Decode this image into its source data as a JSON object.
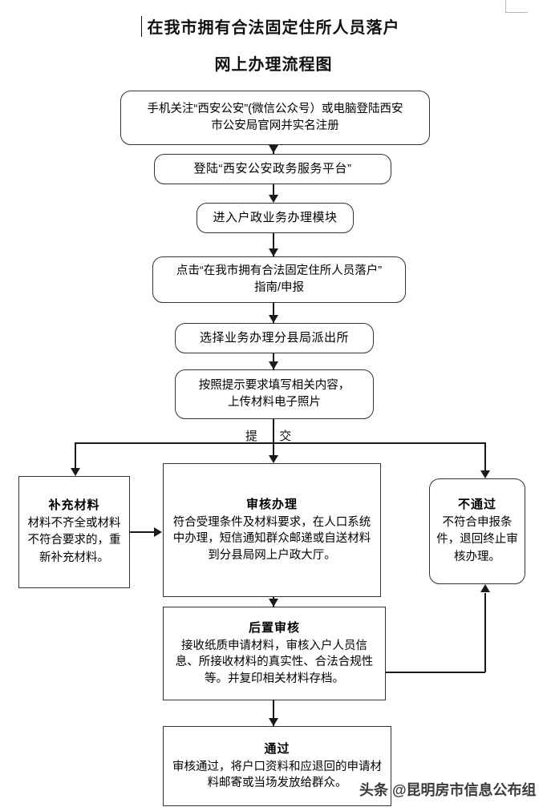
{
  "document": {
    "title_line_1": "在我市拥有合法固定住所人员落户",
    "title_line_2": "网上办理流程图"
  },
  "flow": {
    "nodes": [
      {
        "id": "register",
        "shape": "rounded",
        "lines": [
          "手机关注“西安公安”(微信公众号）或电脑登陆西安",
          "市公安局官网并实名注册"
        ]
      },
      {
        "id": "login",
        "shape": "rounded",
        "lines": [
          "登陆“西安公安政务服务平台”"
        ]
      },
      {
        "id": "module",
        "shape": "rounded",
        "lines": [
          "进入户政业务办理模块"
        ]
      },
      {
        "id": "click",
        "shape": "rounded",
        "lines": [
          "点击“在我市拥有合法固定住所人员落户”",
          "指南/申报"
        ]
      },
      {
        "id": "select",
        "shape": "rounded",
        "lines": [
          "选择业务办理分县局派出所"
        ]
      },
      {
        "id": "fill",
        "shape": "rounded",
        "lines": [
          "按照提示要求填写相关内容，",
          "上传材料电子照片"
        ]
      },
      {
        "id": "supplement",
        "shape": "square",
        "heading": "补充材料",
        "body": "材料不齐全或材料不符合要求的，重新补充材料。"
      },
      {
        "id": "review",
        "shape": "square",
        "heading": "审核办理",
        "body": "符合受理条件及材料要求，在人口系统中办理，短信通知群众邮递或自送材料到分县局网上户政大厅。"
      },
      {
        "id": "reject",
        "shape": "rounded",
        "heading": "不通过",
        "body": "不符合申报条件，退回终止审核办理。"
      },
      {
        "id": "postaudit",
        "shape": "square",
        "heading": "后置审核",
        "body": "接收纸质申请材料，审核入户人员信息、所接收材料的真实性、合法合规性等。并复印相关材料存档。"
      },
      {
        "id": "pass",
        "shape": "square",
        "heading": "通过",
        "body": "审核通过，将户口资料和应退回的申请材料邮寄或当场发放给群众。"
      }
    ],
    "edge_labels": {
      "submit": "提　  交"
    }
  },
  "watermark": {
    "text": "头条 @昆明房市信息公布组"
  },
  "colors": {
    "ink": "#1a1a1a",
    "box_border": "#333333",
    "background": "#ffffff",
    "corner_mark": "#b8b8b8"
  }
}
